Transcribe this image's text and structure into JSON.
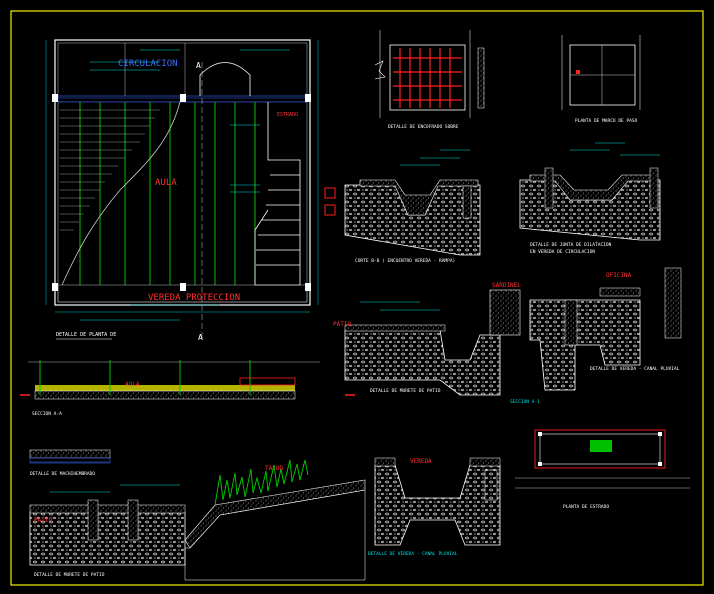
{
  "colors": {
    "background": "#000000",
    "frame": "#f0f000",
    "wall": "#ffffff",
    "structure": "#e0e0e0",
    "slab": "#00c000",
    "hatch": "#3070ff",
    "rebar": "#ff2020",
    "dim": "#00c8c8",
    "text_label": "#ff2a2a",
    "text_title": "#ffffff",
    "annot": "#00e0e0"
  },
  "plan": {
    "room_top": "CIRCULACION",
    "room_main": "AULA",
    "room_bottom": "VEREDA PROTECCION",
    "stair": "ESTRADO",
    "section_mark_a": "A",
    "title": "DETALLE DE PLANTA DE"
  },
  "details": {
    "rebar_plan_title": "DETALLE DE ENCOFRADO SOBRE",
    "hole_title": "PLANTA DE MARCO DE PASO",
    "section_bb": "CORTE B-B ( ENCUENTRO VEREDA - RAMPA)",
    "joint_title": "DETALLE DE JUNTA DE DILATACION",
    "joint_sub": "EN VEREDA DE CIRCULACION",
    "patio_label": "PATIO",
    "sardinel_label": "SARDINEL",
    "patio_edge_title": "DETALLE DE MURETE DE PATIO",
    "oficina_label": "OFICINA",
    "vereda_title": "DETALLE DE VEREDA - CANAL PLUVIAL",
    "section_a1": "SECCION A-1",
    "aula_label": "AULA",
    "section_aa": "SECCION A-A",
    "machihembrado": "DETALLE DE MACHIHEMBRADO",
    "patio_detail": "DETALLE DE MURETE DE PATIO",
    "patio_left": "PATIO",
    "vereda_right": "VEREDA",
    "slope_label": "TALUD",
    "canal_title": "DETALLE DE VEREDA - CANAL PLUVIAL",
    "estrado_plan": "PLANTA DE ESTRADO"
  }
}
